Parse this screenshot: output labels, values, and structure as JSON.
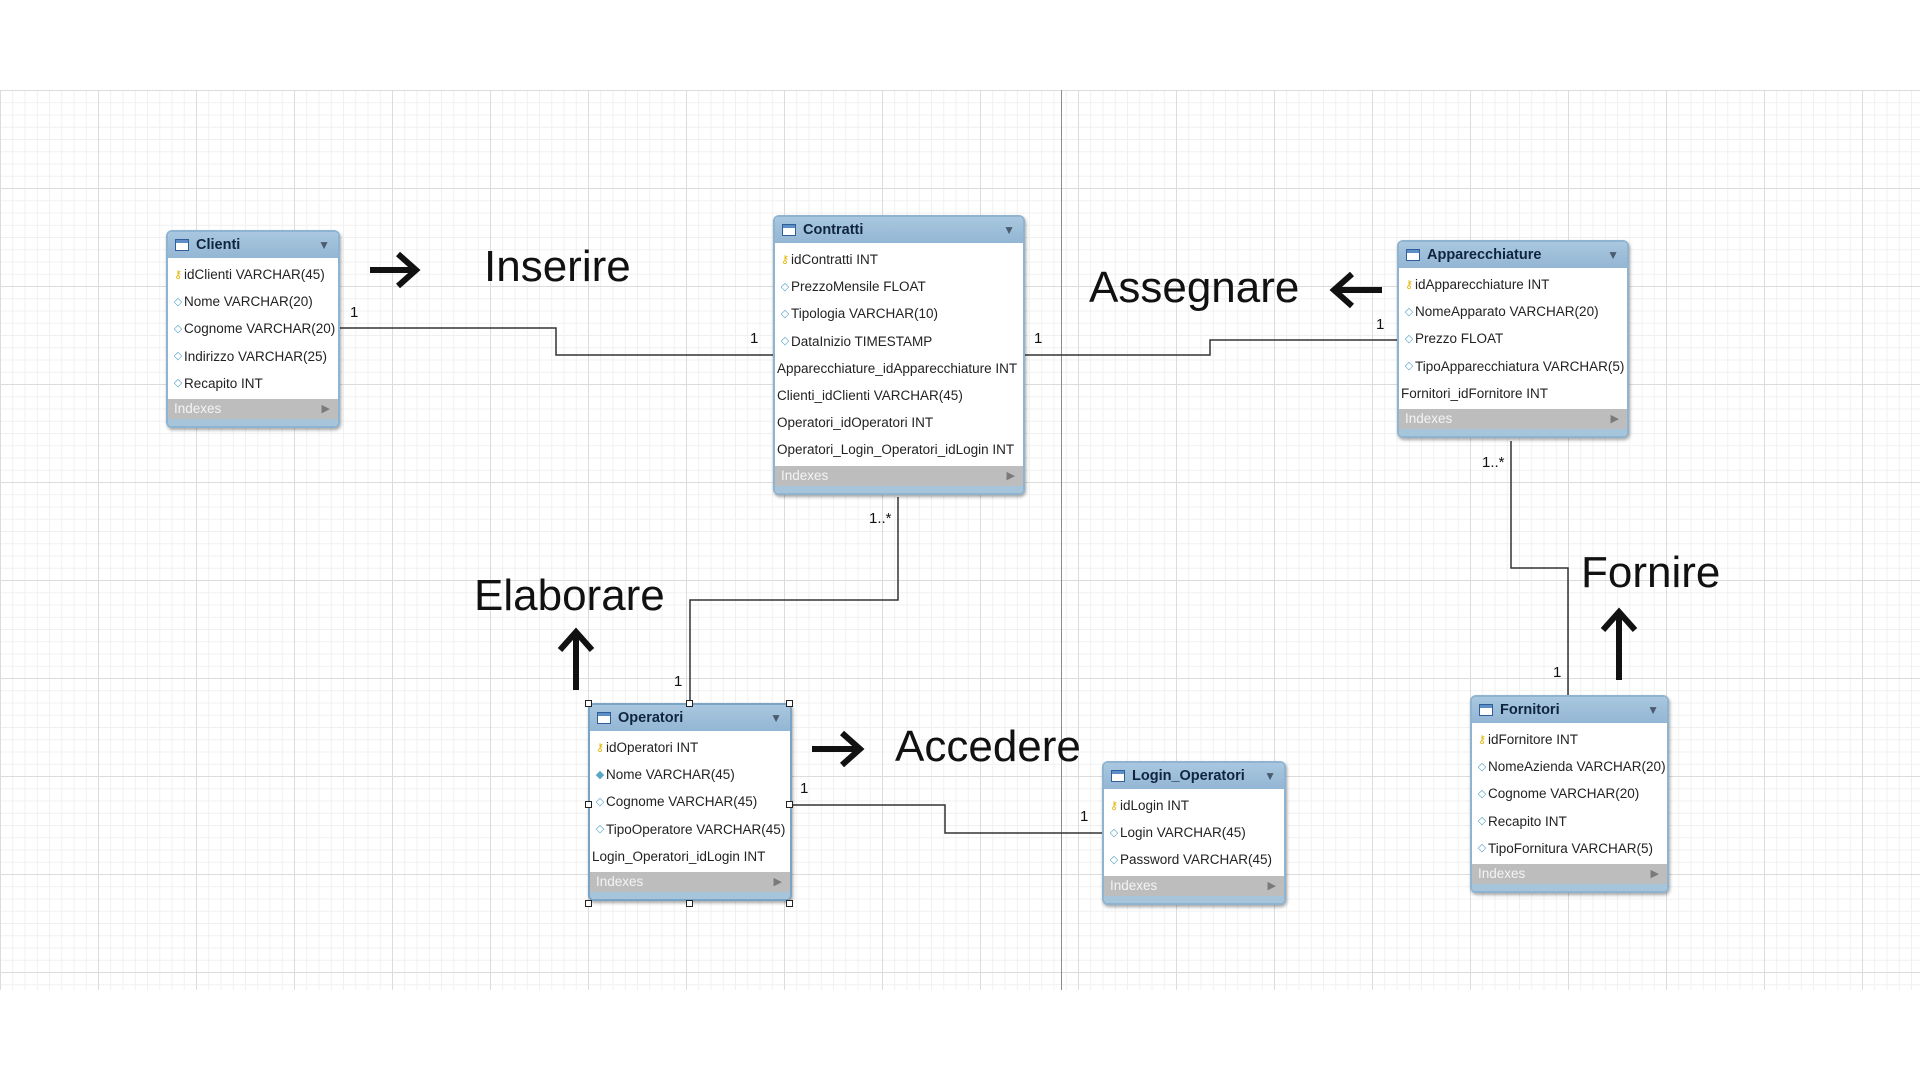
{
  "tables": {
    "clienti": {
      "name": "Clienti",
      "columns": [
        {
          "text": "idClienti VARCHAR(45)",
          "marker": "pk"
        },
        {
          "text": "Nome VARCHAR(20)",
          "marker": "col"
        },
        {
          "text": "Cognome VARCHAR(20)",
          "marker": "col"
        },
        {
          "text": "Indirizzo VARCHAR(25)",
          "marker": "col"
        },
        {
          "text": "Recapito INT",
          "marker": "col"
        }
      ],
      "indexes": "Indexes"
    },
    "contratti": {
      "name": "Contratti",
      "columns": [
        {
          "text": "idContratti INT",
          "marker": "pk"
        },
        {
          "text": "PrezzoMensile FLOAT",
          "marker": "col"
        },
        {
          "text": "Tipologia VARCHAR(10)",
          "marker": "col"
        },
        {
          "text": "DataInizio TIMESTAMP",
          "marker": "col"
        },
        {
          "text": "Apparecchiature_idApparecchiature INT",
          "marker": "fk"
        },
        {
          "text": "Clienti_idClienti VARCHAR(45)",
          "marker": "fk"
        },
        {
          "text": "Operatori_idOperatori INT",
          "marker": "fk"
        },
        {
          "text": "Operatori_Login_Operatori_idLogin INT",
          "marker": "fk"
        }
      ],
      "indexes": "Indexes"
    },
    "apparecchiature": {
      "name": "Apparecchiature",
      "columns": [
        {
          "text": "idApparecchiature INT",
          "marker": "pk"
        },
        {
          "text": "NomeApparato VARCHAR(20)",
          "marker": "col"
        },
        {
          "text": "Prezzo FLOAT",
          "marker": "col"
        },
        {
          "text": "TipoApparecchiatura VARCHAR(5)",
          "marker": "col"
        },
        {
          "text": "Fornitori_idFornitore INT",
          "marker": "fk"
        }
      ],
      "indexes": "Indexes"
    },
    "operatori": {
      "name": "Operatori",
      "columns": [
        {
          "text": "idOperatori INT",
          "marker": "pk"
        },
        {
          "text": "Nome VARCHAR(45)",
          "marker": "col"
        },
        {
          "text": "Cognome VARCHAR(45)",
          "marker": "col"
        },
        {
          "text": "TipoOperatore VARCHAR(45)",
          "marker": "col"
        },
        {
          "text": "Login_Operatori_idLogin INT",
          "marker": "fk"
        }
      ],
      "indexes": "Indexes"
    },
    "login_operatori": {
      "name": "Login_Operatori",
      "columns": [
        {
          "text": "idLogin INT",
          "marker": "pk"
        },
        {
          "text": "Login VARCHAR(45)",
          "marker": "col"
        },
        {
          "text": "Password VARCHAR(45)",
          "marker": "col"
        }
      ],
      "indexes": "Indexes"
    },
    "fornitori": {
      "name": "Fornitori",
      "columns": [
        {
          "text": "idFornitore INT",
          "marker": "pk"
        },
        {
          "text": "NomeAzienda VARCHAR(20)",
          "marker": "col"
        },
        {
          "text": "Cognome VARCHAR(20)",
          "marker": "col"
        },
        {
          "text": "Recapito INT",
          "marker": "col"
        },
        {
          "text": "TipoFornitura VARCHAR(5)",
          "marker": "col"
        }
      ],
      "indexes": "Indexes"
    }
  },
  "relationships": [
    {
      "name": "Inserire",
      "from": "Clienti",
      "to": "Contratti",
      "card_from": "1",
      "card_to": "1",
      "arrow": "right"
    },
    {
      "name": "Assegnare",
      "from": "Apparecchiature",
      "to": "Contratti",
      "card_from": "1",
      "card_to": "1",
      "arrow": "left"
    },
    {
      "name": "Elaborare",
      "from": "Operatori",
      "to": "Contratti",
      "card_from": "1",
      "card_to": "1..*",
      "arrow": "up"
    },
    {
      "name": "Accedere",
      "from": "Operatori",
      "to": "Login_Operatori",
      "card_from": "1",
      "card_to": "1",
      "arrow": "right"
    },
    {
      "name": "Fornire",
      "from": "Fornitori",
      "to": "Apparecchiature",
      "card_from": "1",
      "card_to": "1..*",
      "arrow": "up"
    }
  ],
  "colors": {
    "header": "#93b6d4",
    "border": "#8fb4d1",
    "index_bar": "#bdbdbd",
    "pk_key": "#e0b400",
    "column_diamond": "#5aa6c7",
    "connector": "#333333"
  },
  "icons": {
    "pk": "key-icon",
    "col": "diamond-icon",
    "table": "table-icon",
    "menu": "dropdown-icon"
  }
}
